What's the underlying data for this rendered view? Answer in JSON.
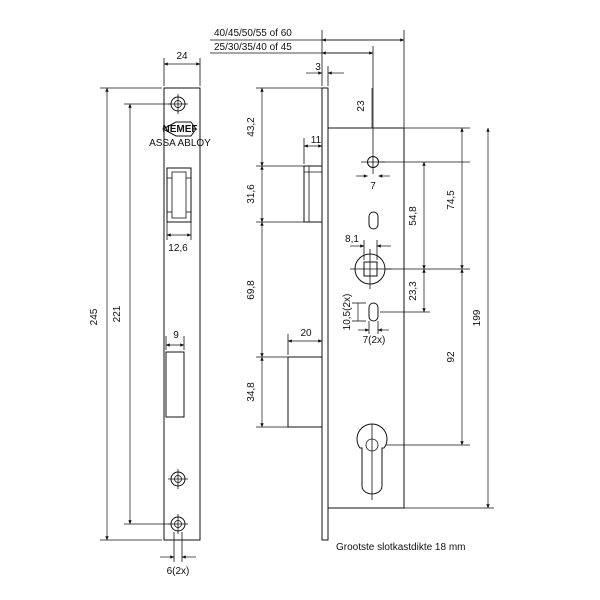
{
  "front_plate": {
    "width_label": "24",
    "total_height_label": "245",
    "screw_pitch_label": "221",
    "latch_hole_width_label": "12,6",
    "bolt_hole_width_label": "9",
    "screw_hole_label": "6(2x)",
    "brand_logo": "NEMEF",
    "brand_sub": "ASSA ABLOY"
  },
  "side_view": {
    "backset_top_label": "40/45/50/55 of 60",
    "backset_bottom_label": "25/30/35/40 of 45",
    "faceplate_thickness_label": "3",
    "latch_projection_label": "11",
    "bolt_projection_label": "20",
    "left_dims": [
      "43,2",
      "31,6",
      "69,8",
      "34,8"
    ],
    "top_hole_offset_label": "23",
    "top_hole_dia_label": "7",
    "follower_offset_label": "54,8",
    "top_to_cylinder_label": "74,5",
    "follower_square_label": "8,1",
    "follower_to_lower_label": "23,3",
    "lower_hole_height_label": "10,5(2x)",
    "lower_hole_width_label": "7(2x)",
    "total_depth_label": "199",
    "follower_to_cylinder_label": "92",
    "note": "Grootste slotkastdikte 18 mm"
  }
}
